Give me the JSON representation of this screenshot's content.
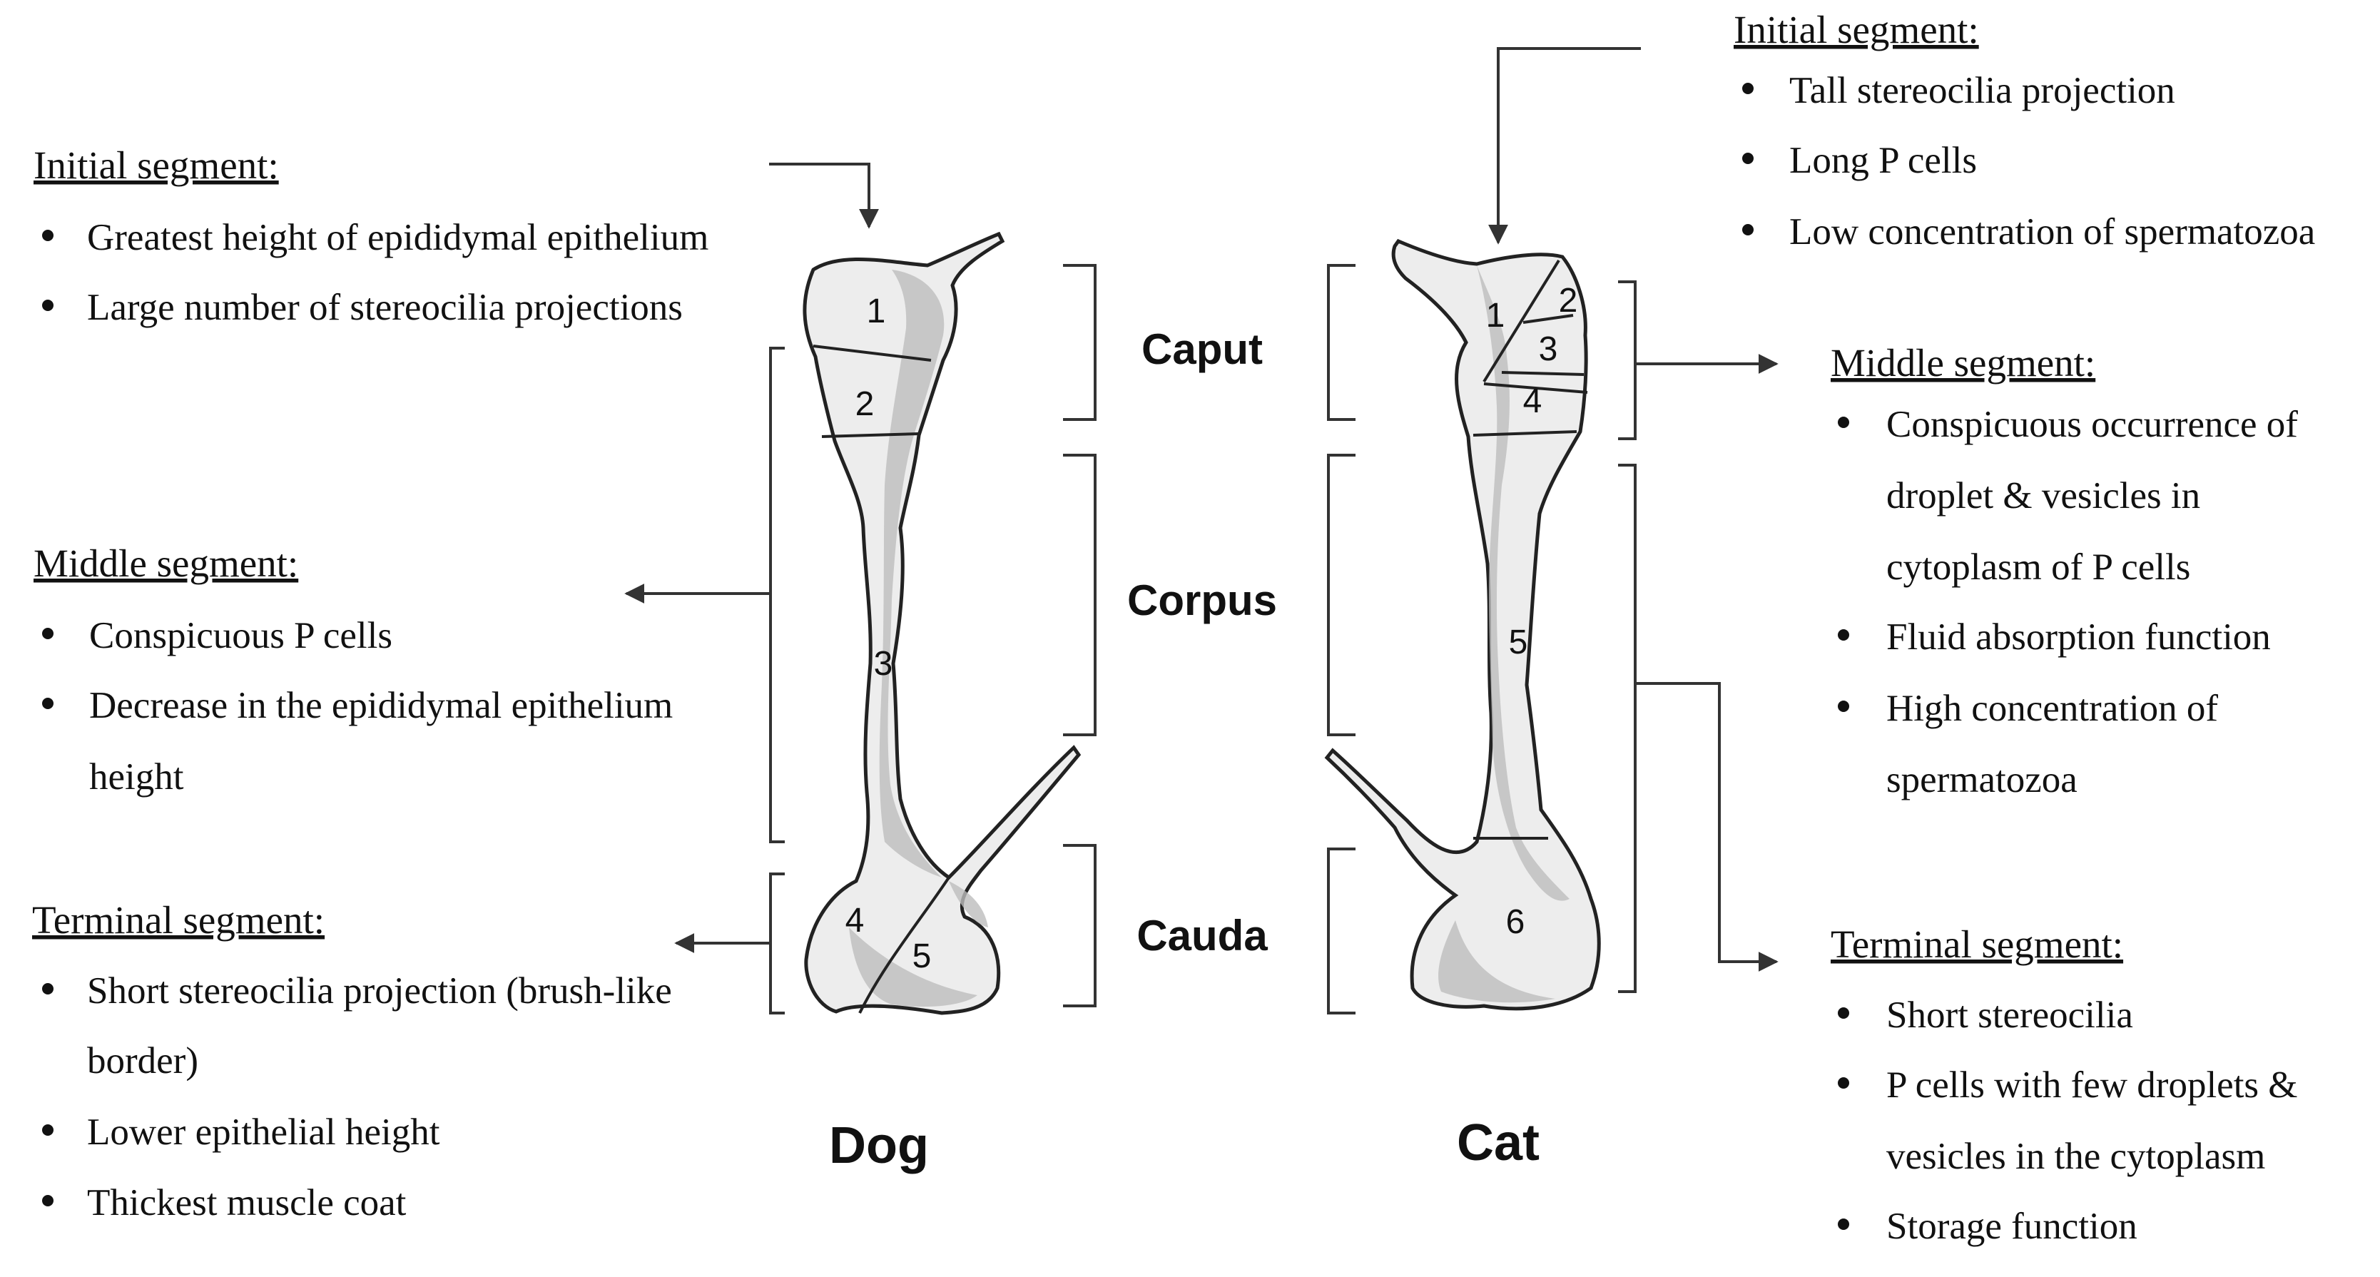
{
  "species": {
    "dog": "Dog",
    "cat": "Cat"
  },
  "regions": {
    "caput": "Caput",
    "corpus": "Corpus",
    "cauda": "Cauda"
  },
  "segment_numbers": {
    "dog": [
      "1",
      "2",
      "3",
      "4",
      "5"
    ],
    "cat": [
      "1",
      "2",
      "3",
      "4",
      "5",
      "6"
    ]
  },
  "dog_panel": {
    "initial": {
      "title": "Initial segment:",
      "items": [
        "Greatest height of epididymal epithelium",
        "Large number of stereocilia projections"
      ]
    },
    "middle": {
      "title": "Middle segment:",
      "items": [
        "Conspicuous P cells",
        "Decrease in the epididymal epithelium",
        "height"
      ]
    },
    "terminal": {
      "title": "Terminal segment:",
      "items": [
        "Short stereocilia projection (brush-like",
        "border)",
        "Lower epithelial height",
        "Thickest muscle coat"
      ]
    }
  },
  "cat_panel": {
    "initial": {
      "title": "Initial segment:",
      "items": [
        "Tall stereocilia projection",
        "Long P cells",
        "Low concentration of spermatozoa"
      ]
    },
    "middle": {
      "title": "Middle segment:",
      "items": [
        "Conspicuous occurrence of",
        "droplet & vesicles in",
        "cytoplasm of P cells",
        "Fluid absorption function",
        "High concentration of",
        "spermatozoa"
      ]
    },
    "terminal": {
      "title": "Terminal segment:",
      "items": [
        "Short stereocilia",
        "P cells with few droplets &",
        "vesicles in the cytoplasm",
        "Storage function"
      ]
    }
  }
}
